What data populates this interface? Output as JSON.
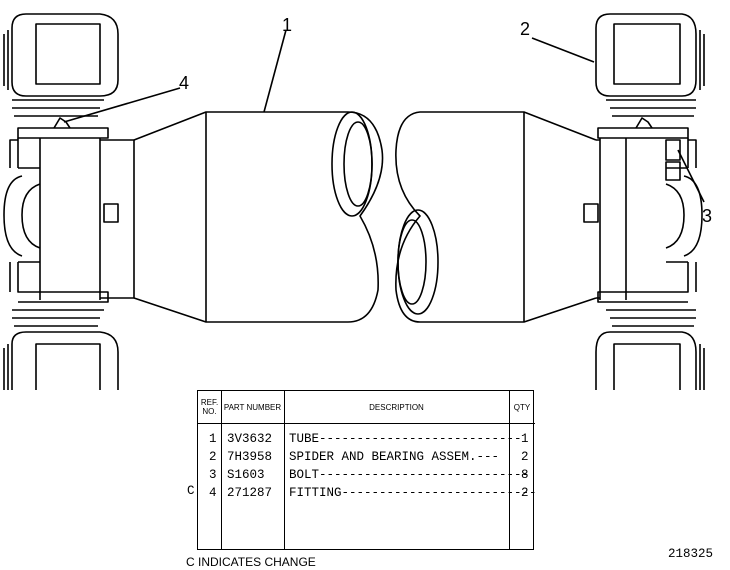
{
  "callouts": [
    "1",
    "2",
    "3",
    "4"
  ],
  "table": {
    "headers": {
      "ref_no": "REF. NO.",
      "part_number": "PART NUMBER",
      "description": "DESCRIPTION",
      "qty": "QTY"
    },
    "rows": [
      {
        "ref": "1",
        "part": "3V3632",
        "desc": "TUBE---------------------------",
        "qty": "1"
      },
      {
        "ref": "2",
        "part": "7H3958",
        "desc": "SPIDER AND BEARING ASSEM.---",
        "qty": "2"
      },
      {
        "ref": "3",
        "part": "S1603",
        "desc": "BOLT----------------------------",
        "qty": "8"
      },
      {
        "ref": "4",
        "part": "271287",
        "desc": "FITTING--------------------------",
        "qty": "2"
      }
    ]
  },
  "change_marker": "C",
  "change_note": "C INDICATES CHANGE",
  "drawing_number": "218325"
}
